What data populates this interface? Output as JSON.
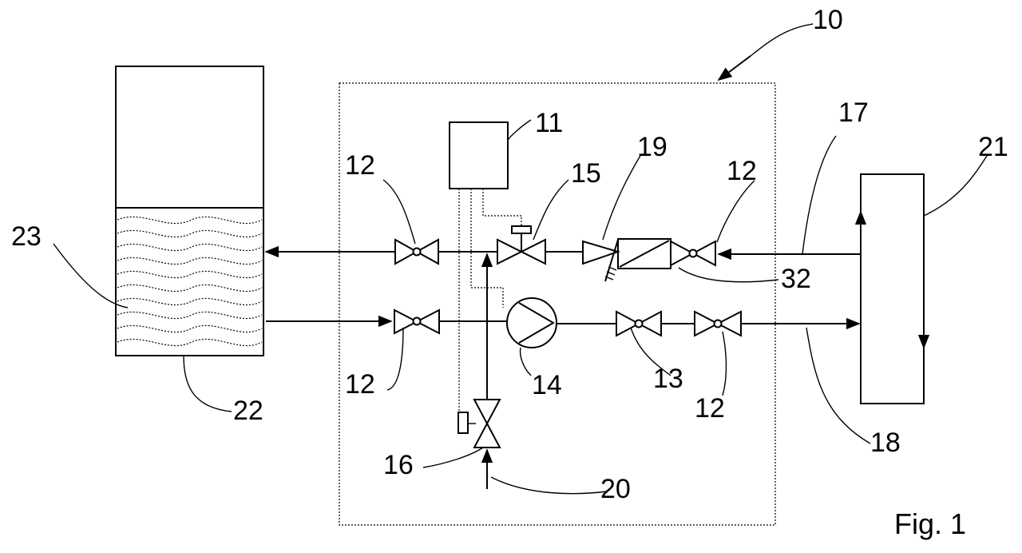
{
  "labels": {
    "l10": "10",
    "l11": "11",
    "l12a": "12",
    "l12b": "12",
    "l12c": "12",
    "l12d": "12",
    "l13": "13",
    "l14": "14",
    "l15": "15",
    "l16": "16",
    "l17": "17",
    "l18": "18",
    "l19": "19",
    "l20": "20",
    "l21": "21",
    "l22": "22",
    "l23": "23",
    "l32": "32"
  },
  "caption": "Fig. 1"
}
